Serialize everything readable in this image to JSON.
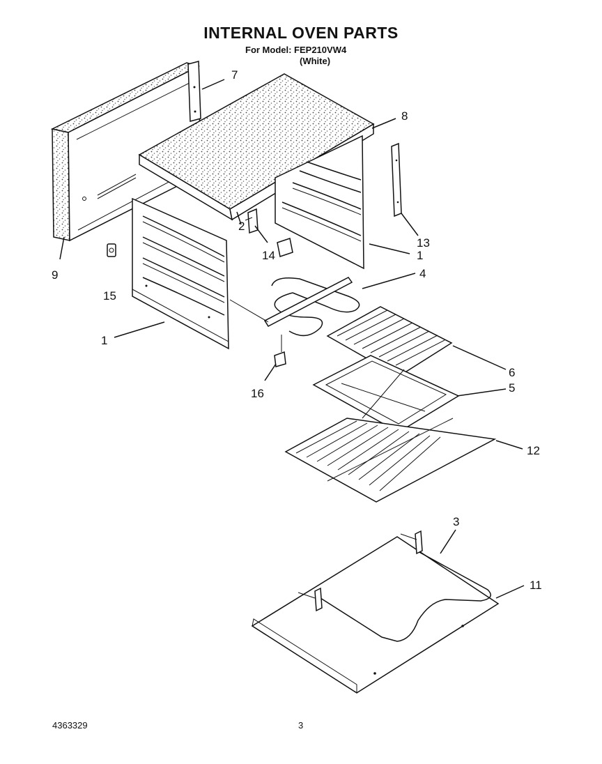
{
  "header": {
    "title": "INTERNAL OVEN PARTS",
    "model_line": "For Model: FEP210VW4",
    "color": "(White)"
  },
  "callouts": {
    "c7": "7",
    "c8": "8",
    "c9": "9",
    "c13": "13",
    "c2": "2",
    "c14": "14",
    "c1a": "1",
    "c1b": "1",
    "c15": "15",
    "c4": "4",
    "c6": "6",
    "c5": "5",
    "c16": "16",
    "c12": "12",
    "c3": "3",
    "c11": "11"
  },
  "footer": {
    "doc_number": "4363329",
    "page_number": "3"
  }
}
